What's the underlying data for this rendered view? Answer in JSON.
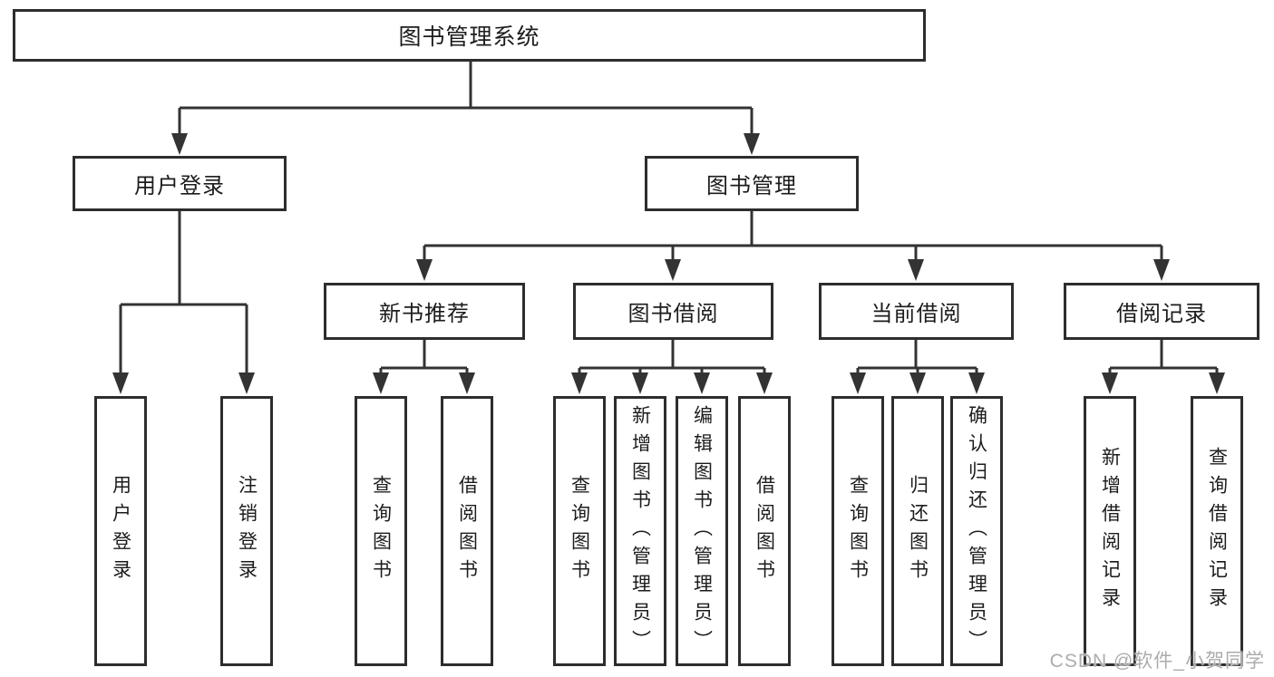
{
  "diagram": {
    "root": "图书管理系统",
    "level1": [
      "用户登录",
      "图书管理"
    ],
    "level2": [
      "新书推荐",
      "图书借阅",
      "当前借阅",
      "借阅记录"
    ],
    "leaves_login": [
      "用户登录",
      "注销登录"
    ],
    "leaves_recommend": [
      "查询图书",
      "借阅图书"
    ],
    "leaves_borrow": [
      "查询图书",
      "新增图书（管理员）",
      "编辑图书（管理员）",
      "借阅图书"
    ],
    "leaves_current": [
      "查询图书",
      "归还图书",
      "确认归还（管理员）"
    ],
    "leaves_records": [
      "新增借阅记录",
      "查询借阅记录"
    ],
    "watermark": "CSDN @软件_小贺同学",
    "colors": {
      "line": "#333333",
      "box_border": "#2d2d2d",
      "text": "#1c1c1c",
      "background": "#ffffff",
      "watermark": "#a8a8a8"
    }
  }
}
